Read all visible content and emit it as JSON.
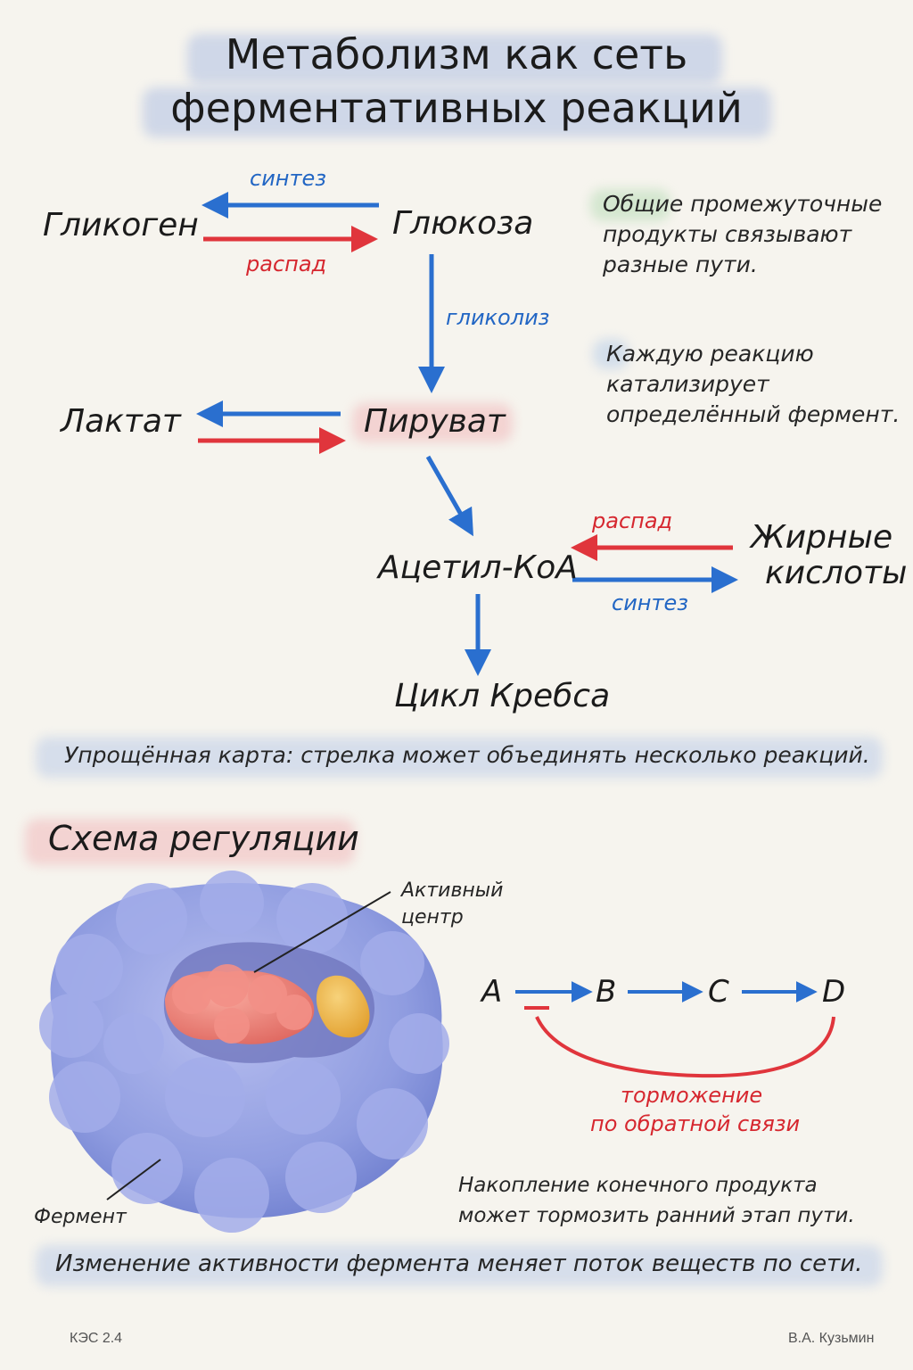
{
  "title": {
    "line1": "Метаболизм как сеть",
    "line2": "ферментативных реакций"
  },
  "nodes": {
    "glycogen": "Гликоген",
    "glucose": "Глюкоза",
    "lactate": "Лактат",
    "pyruvate": "Пируват",
    "acetyl_coa": "Ацетил-КоА",
    "fatty_acids_1": "Жирные",
    "fatty_acids_2": "кислоты",
    "krebs": "Цикл Кребса"
  },
  "edge_labels": {
    "synthesis_top": "синтез",
    "breakdown_top": "распад",
    "glycolysis": "гликолиз",
    "breakdown_fat": "распад",
    "synthesis_fat": "синтез"
  },
  "notes": {
    "intermediates": [
      "Общие промежуточные",
      "продукты связывают",
      "разные пути."
    ],
    "enzyme": [
      "Каждую реакцию",
      "катализирует",
      "определённый фермент."
    ]
  },
  "banner_map": "Упрощённая карта: стрелка может объединять несколько реакций.",
  "regulation": {
    "heading": "Схема регуляции",
    "active_site_1": "Активный",
    "active_site_2": "центр",
    "enzyme_label": "Фермент",
    "chain": [
      "A",
      "B",
      "C",
      "D"
    ],
    "feedback_1": "торможение",
    "feedback_2": "по обратной связи",
    "accum_1": "Накопление конечного продукта",
    "accum_2": "может тормозить ранний этап пути."
  },
  "banner_bottom": "Изменение активности фермента меняет поток веществ по сети.",
  "footer": {
    "left": "КЭС 2.4",
    "right": "В.А. Кузьмин"
  },
  "colors": {
    "blue": "#2a6fcf",
    "red": "#e0353c",
    "background": "#f6f4ee",
    "enzyme": "#8f9ce0",
    "substrate": "#ef7f76",
    "ligand": "#f0b840"
  }
}
